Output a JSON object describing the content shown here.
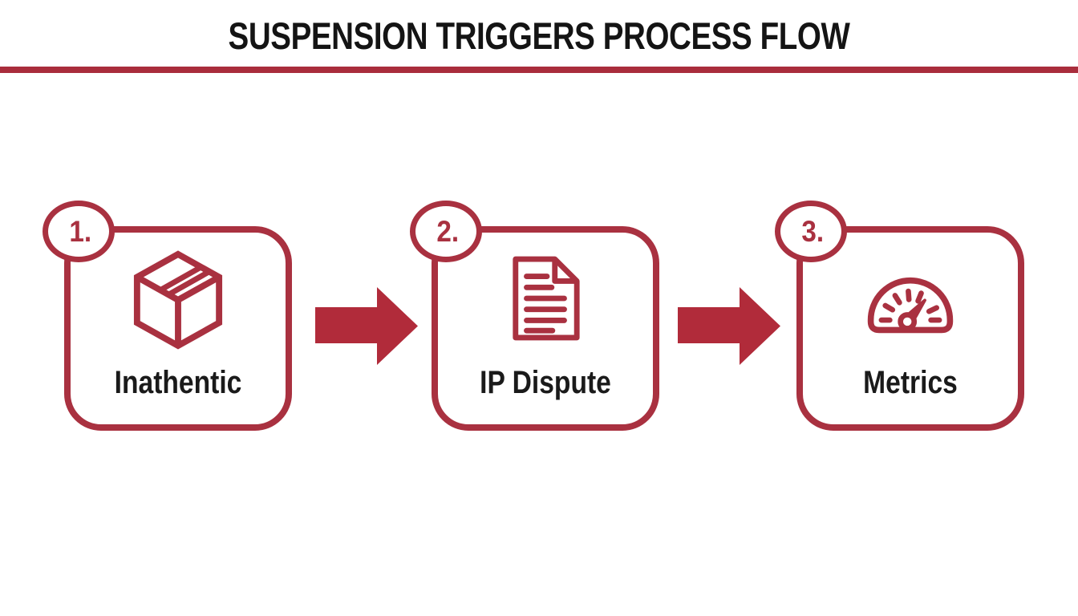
{
  "header": {
    "title": "SUSPENSION TRIGGERS PROCESS FLOW"
  },
  "flow": {
    "steps": [
      {
        "number": "1.",
        "label": "Inathentic",
        "icon": "package-icon"
      },
      {
        "number": "2.",
        "label": "IP Dispute",
        "icon": "document-icon"
      },
      {
        "number": "3.",
        "label": "Metrics",
        "icon": "gauge-icon"
      }
    ],
    "connector_icon": "arrow-right-icon",
    "connector_count": 2
  },
  "colors": {
    "accent": "#A93140",
    "arrow": "#B12B3A",
    "title_text": "#141414",
    "label_text": "#1A1A1A",
    "background": "#FFFFFF",
    "divider": "#A92D3C"
  }
}
